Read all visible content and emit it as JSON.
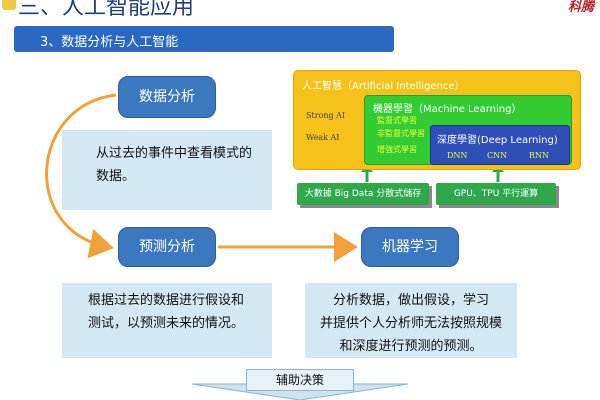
{
  "header": {
    "title": "三、人工智能应用",
    "brand": "科腾"
  },
  "section": {
    "label": "3、数据分析与人工智能"
  },
  "flow": {
    "data_analysis": "数据分析",
    "data_analysis_desc_line1": "从过去的事件中查看模式的",
    "data_analysis_desc_line2": "数据。",
    "prediction": "预测分析",
    "prediction_desc_line1": "根据过去的数据进行假设和",
    "prediction_desc_line2": "测试，以预测未来的情况。",
    "machine_learning": "机器学习",
    "ml_desc_line1": "分析数据，做出假设，学习",
    "ml_desc_line2": "并提供个人分析师无法按照规模",
    "ml_desc_line3": "和深度进行预测的预测。",
    "decision_support": "辅助决策"
  },
  "ai_diagram": {
    "ai_title": "人工智慧（Artificial Intelligence）",
    "strong_ai": "Strong AI",
    "weak_ai": "Weak AI",
    "ml_title": "機器學習（Machine Learning）",
    "ml_sub1": "監督式學習",
    "ml_sub2": "非監督式學習",
    "ml_sub3": "增強式學習",
    "dl_title": "深度學習(Deep Learning)",
    "dnn": "DNN",
    "cnn": "CNN",
    "rnn": "RNN",
    "big_data": "大數據 Big Data 分散式儲存",
    "gpu": "GPU、TPU 平行運算"
  },
  "colors": {
    "accent_blue": "#3b78bf",
    "section_blue": "#2a68c2",
    "panel_light": "#d3e8f2",
    "curve_orange": "#f2a13a",
    "ai_yellow": "#f5c21b",
    "ml_green": "#33cc33",
    "dl_blue": "#2e4fb8"
  }
}
